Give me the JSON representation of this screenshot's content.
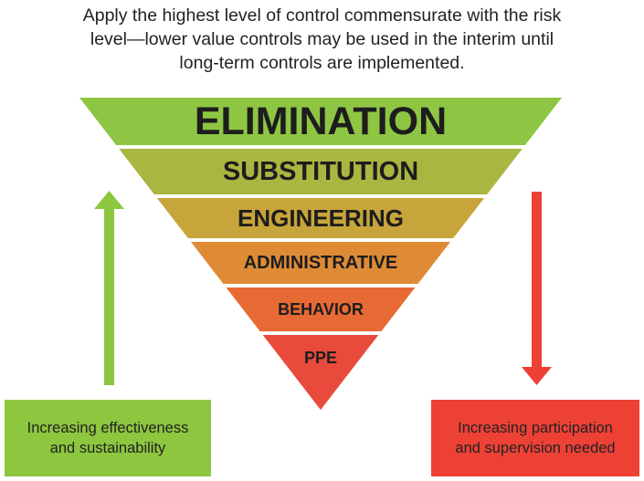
{
  "intro": {
    "lines": [
      "Apply the highest level of control commensurate with the risk",
      "level—lower value controls may be used in the interim until",
      "long-term controls are implemented."
    ]
  },
  "pyramid": {
    "tiers": [
      {
        "label": "ELIMINATION",
        "color": "#8ec643"
      },
      {
        "label": "SUBSTITUTION",
        "color": "#a9b740"
      },
      {
        "label": "ENGINEERING",
        "color": "#c8a53a"
      },
      {
        "label": "ADMINISTRATIVE",
        "color": "#df8b36"
      },
      {
        "label": "BEHAVIOR",
        "color": "#e76a35"
      },
      {
        "label": "PPE",
        "color": "#e84a3c"
      }
    ]
  },
  "left_panel": {
    "lines": [
      "Increasing effectiveness",
      "and sustainability"
    ],
    "color": "#8dc63f"
  },
  "right_panel": {
    "lines": [
      "Increasing participation",
      "and supervision needed"
    ],
    "color": "#ed4136"
  }
}
